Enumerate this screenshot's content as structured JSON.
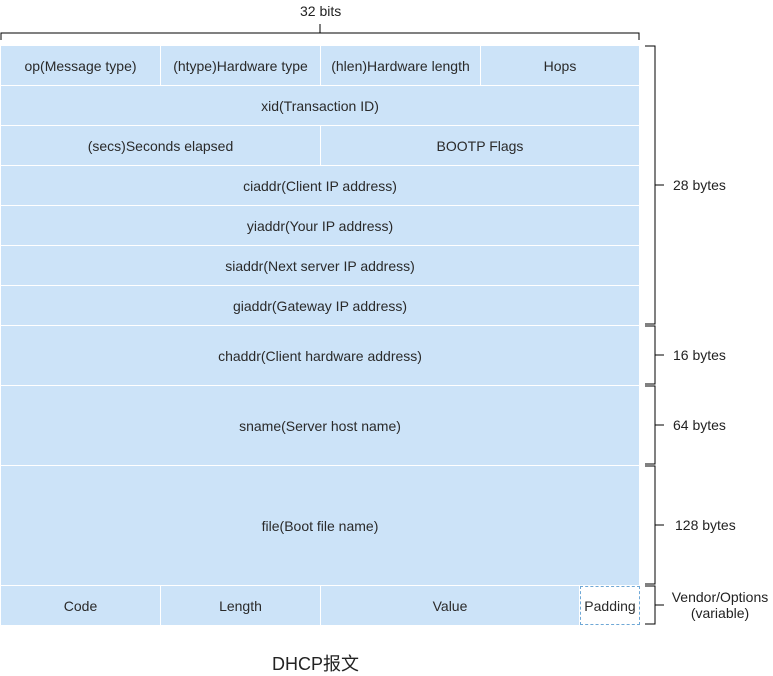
{
  "header": {
    "width_label": "32 bits"
  },
  "rows": {
    "op": "op(Message type)",
    "htype": "(htype)Hardware type",
    "hlen": "(hlen)Hardware length",
    "hops": "Hops",
    "xid": "xid(Transaction ID)",
    "secs": "(secs)Seconds elapsed",
    "flags": "BOOTP Flags",
    "ciaddr": "ciaddr(Client IP address)",
    "yiaddr": "yiaddr(Your IP address)",
    "siaddr": "siaddr(Next server IP address)",
    "giaddr": "giaddr(Gateway IP address)",
    "chaddr": "chaddr(Client hardware address)",
    "sname": "sname(Server host name)",
    "file": "file(Boot file name)",
    "code": "Code",
    "length": "Length",
    "value": "Value",
    "padding": "Padding"
  },
  "sizes": {
    "fixed": "28 bytes",
    "chaddr": "16 bytes",
    "sname": "64 bytes",
    "file": "128 bytes",
    "options_line1": "Vendor/Options",
    "options_line2": "(variable)"
  },
  "caption": "DHCP报文",
  "colors": {
    "cell_fill": "#cce3f8",
    "border": "#ffffff",
    "bracket": "#000000",
    "padding_border": "#6fa8d6"
  }
}
